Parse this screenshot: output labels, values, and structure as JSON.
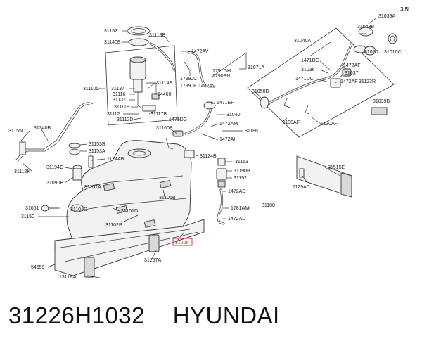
{
  "engine_tag": "3.5L",
  "footer": {
    "part_number": "31226H1032",
    "brand": "HYUNDAI"
  },
  "highlight_label": "31226",
  "labels": [
    "31152",
    "31118B",
    "31140B",
    "1472AV",
    "31110C",
    "31114E",
    "31137",
    "31116",
    "31137",
    "94460",
    "31111B",
    "31112",
    "31117B",
    "31112D",
    "1799JC",
    "1799JF",
    "1791GH",
    "1790BN",
    "31071A",
    "1472AV",
    "1471EF",
    "31040",
    "1471DG",
    "1472AM",
    "31160B",
    "31186",
    "1472AI",
    "31039A",
    "31048B",
    "31040A",
    "31020",
    "31010C",
    "1471DC",
    "31036",
    "1472AF",
    "31037",
    "1471DC",
    "1472AF",
    "31123R",
    "31050B",
    "31039B",
    "1130AF",
    "1130AF",
    "31155C",
    "31340B",
    "31112K",
    "31153B",
    "31153A",
    "1124AB",
    "31194C",
    "31090B",
    "31124B",
    "31153",
    "31190B",
    "31192",
    "31515E",
    "1129AC",
    "31101A",
    "31101D",
    "31101B",
    "31061",
    "31150",
    "31101D",
    "31102P",
    "1472AD",
    "1781AM",
    "31188",
    "1472AD",
    "31267A",
    "54659",
    "1311BA"
  ]
}
